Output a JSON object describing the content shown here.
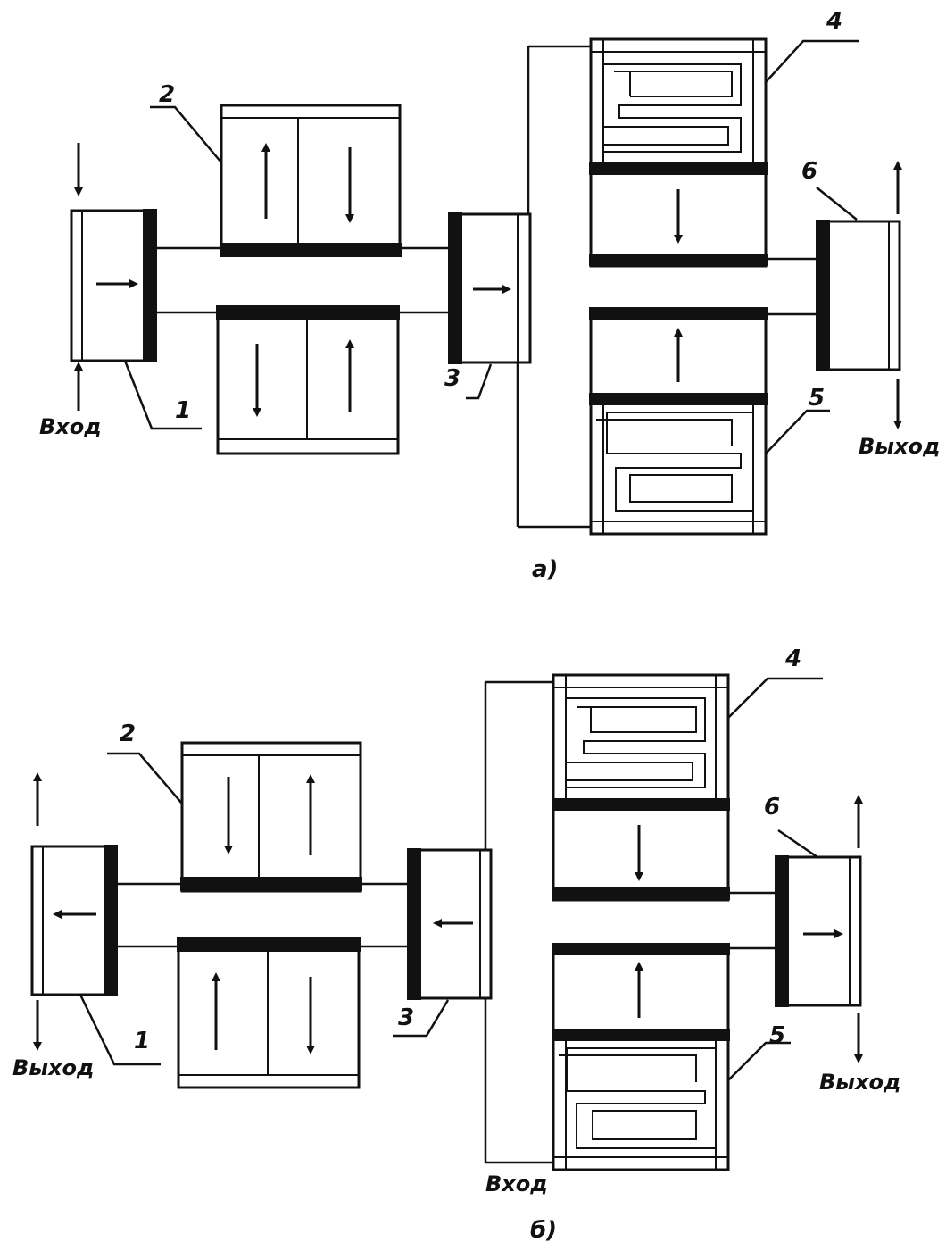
{
  "diagrams": [
    {
      "caption": "а)",
      "labels": {
        "n1": "1",
        "n2": "2",
        "n3": "3",
        "n4": "4",
        "n5": "5",
        "n6": "6"
      },
      "io": {
        "left": "Вход",
        "right": "Выход"
      }
    },
    {
      "caption": "б)",
      "labels": {
        "n1": "1",
        "n2": "2",
        "n3": "3",
        "n4": "4",
        "n5": "5",
        "n6": "6"
      },
      "io": {
        "left": "Выход",
        "right": "Выход",
        "bottom": "Вход"
      }
    }
  ],
  "colors": {
    "ink": "#111111",
    "paper": "#ffffff"
  }
}
